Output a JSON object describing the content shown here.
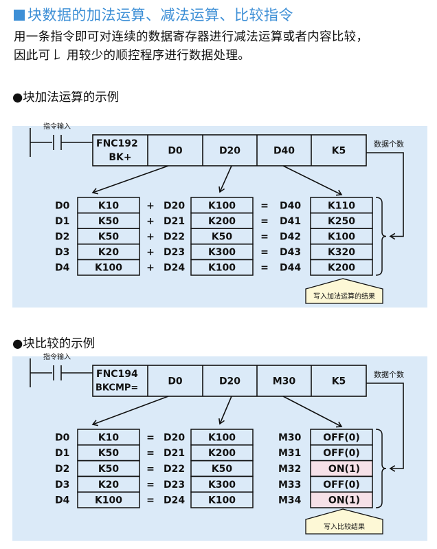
{
  "header": {
    "title": "块数据的加法运算、减法运算、比较指令",
    "description_lines": [
      "用一条指令即可对连续的数据寄存器进行减法运算或者内容比较，",
      "因此可𠄌 用较少的顺控程序进行数据处理。"
    ]
  },
  "colors": {
    "title": "#3d8fd6",
    "panel_bg": "#dbeaf8",
    "on_cell": "#f6e1e8",
    "callout_fill": "#fdf8d6"
  },
  "examples": [
    {
      "heading": "●块加法运算的示例",
      "input_label": "指令输入",
      "count_label": "数据个数",
      "instruction": {
        "fnc": "FNC192",
        "mnemonic": "BK+",
        "operands": [
          "D0",
          "D20",
          "D40",
          "K5"
        ]
      },
      "operator": "+",
      "equals": "=",
      "rows": [
        {
          "s1_reg": "D0",
          "s1_val": "K10",
          "s2_reg": "D20",
          "s2_val": "K100",
          "d_reg": "D40",
          "d_val": "K110",
          "on": false
        },
        {
          "s1_reg": "D1",
          "s1_val": "K50",
          "s2_reg": "D21",
          "s2_val": "K200",
          "d_reg": "D41",
          "d_val": "K250",
          "on": false
        },
        {
          "s1_reg": "D2",
          "s1_val": "K50",
          "s2_reg": "D22",
          "s2_val": "K50",
          "d_reg": "D42",
          "d_val": "K100",
          "on": false
        },
        {
          "s1_reg": "D3",
          "s1_val": "K20",
          "s2_reg": "D23",
          "s2_val": "K300",
          "d_reg": "D43",
          "d_val": "K320",
          "on": false
        },
        {
          "s1_reg": "D4",
          "s1_val": "K100",
          "s2_reg": "D24",
          "s2_val": "K100",
          "d_reg": "D44",
          "d_val": "K200",
          "on": false
        }
      ],
      "result_label": "写入加法运算的结果"
    },
    {
      "heading": "●块比较的示例",
      "input_label": "指令输入",
      "count_label": "数据个数",
      "instruction": {
        "fnc": "FNC194",
        "mnemonic": "BKCMP=",
        "operands": [
          "D0",
          "D20",
          "M30",
          "K5"
        ]
      },
      "operator": "=",
      "equals": "",
      "rows": [
        {
          "s1_reg": "D0",
          "s1_val": "K10",
          "s2_reg": "D20",
          "s2_val": "K100",
          "d_reg": "M30",
          "d_val": "OFF(0)",
          "on": false
        },
        {
          "s1_reg": "D1",
          "s1_val": "K50",
          "s2_reg": "D21",
          "s2_val": "K200",
          "d_reg": "M31",
          "d_val": "OFF(0)",
          "on": false
        },
        {
          "s1_reg": "D2",
          "s1_val": "K50",
          "s2_reg": "D22",
          "s2_val": "K50",
          "d_reg": "M32",
          "d_val": "ON(1)",
          "on": true
        },
        {
          "s1_reg": "D3",
          "s1_val": "K20",
          "s2_reg": "D23",
          "s2_val": "K300",
          "d_reg": "M33",
          "d_val": "OFF(0)",
          "on": false
        },
        {
          "s1_reg": "D4",
          "s1_val": "K100",
          "s2_reg": "D24",
          "s2_val": "K100",
          "d_reg": "M34",
          "d_val": "ON(1)",
          "on": true
        }
      ],
      "result_label": "写入比较结果"
    }
  ]
}
